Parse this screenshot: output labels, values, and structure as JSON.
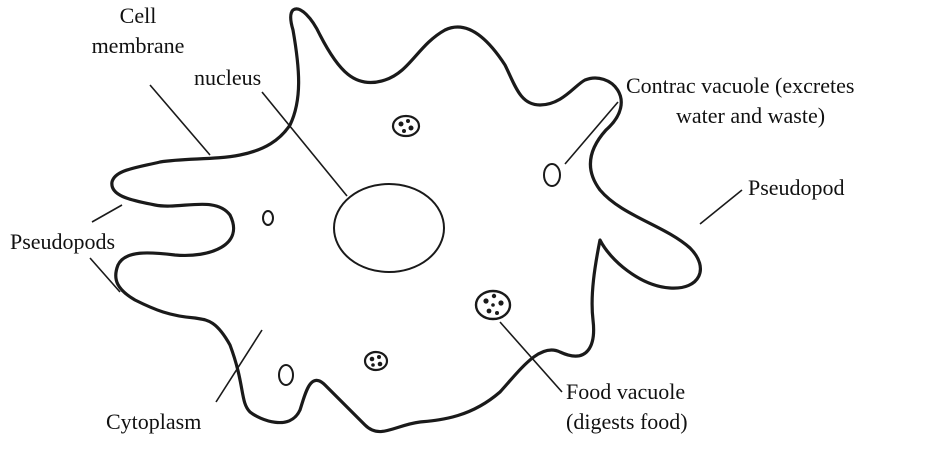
{
  "labels": {
    "cell_membrane_line1": "Cell",
    "cell_membrane_line2": "membrane",
    "nucleus": "nucleus",
    "contractile_line1": "Contrac vacuole (excretes",
    "contractile_line2": "water and waste)",
    "pseudopod": "Pseudopod",
    "pseudopods": "Pseudopods",
    "cytoplasm": "Cytoplasm",
    "food_vacuole_line1": "Food vacuole",
    "food_vacuole_line2": "(digests food)"
  },
  "colors": {
    "outline": "#1a1a1a",
    "text": "#111111",
    "background": "#ffffff"
  }
}
